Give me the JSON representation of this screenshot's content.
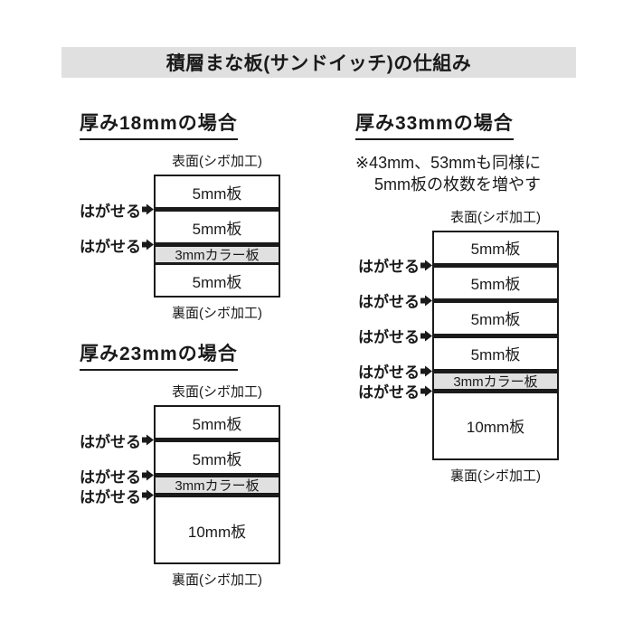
{
  "title": "積層まな板(サンドイッチ)の仕組み",
  "labels": {
    "peel": "はがせる",
    "front_face": "表面(シボ加工)",
    "back_face": "裏面(シボ加工)"
  },
  "sections": [
    {
      "id": "18mm",
      "heading": "厚み18mmの場合",
      "note_lines": [],
      "layers": [
        {
          "label": "5mm板",
          "thickness": "5mm"
        },
        {
          "label": "5mm板",
          "thickness": "5mm"
        },
        {
          "label": "3mmカラー板",
          "thickness": "3mm-color"
        },
        {
          "label": "5mm板",
          "thickness": "5mm"
        }
      ],
      "peel_after_layer": [
        1,
        2
      ]
    },
    {
      "id": "23mm",
      "heading": "厚み23mmの場合",
      "note_lines": [],
      "layers": [
        {
          "label": "5mm板",
          "thickness": "5mm"
        },
        {
          "label": "5mm板",
          "thickness": "5mm"
        },
        {
          "label": "3mmカラー板",
          "thickness": "3mm-color"
        },
        {
          "label": "10mm板",
          "thickness": "10mm"
        }
      ],
      "peel_after_layer": [
        1,
        2,
        3
      ]
    },
    {
      "id": "33mm",
      "heading": "厚み33mmの場合",
      "note_lines": [
        "※43mm、53mmも同様に",
        "5mm板の枚数を増やす"
      ],
      "layers": [
        {
          "label": "5mm板",
          "thickness": "5mm"
        },
        {
          "label": "5mm板",
          "thickness": "5mm"
        },
        {
          "label": "5mm板",
          "thickness": "5mm"
        },
        {
          "label": "5mm板",
          "thickness": "5mm"
        },
        {
          "label": "3mmカラー板",
          "thickness": "3mm-color"
        },
        {
          "label": "10mm板",
          "thickness": "10mm"
        }
      ],
      "peel_after_layer": [
        1,
        2,
        3,
        4,
        5
      ]
    }
  ],
  "colors": {
    "title_bar_bg": "#e0e0e0",
    "color_plate_bg": "#e0e0e0",
    "line": "#1a1a1a",
    "text": "#1a1a1a"
  }
}
